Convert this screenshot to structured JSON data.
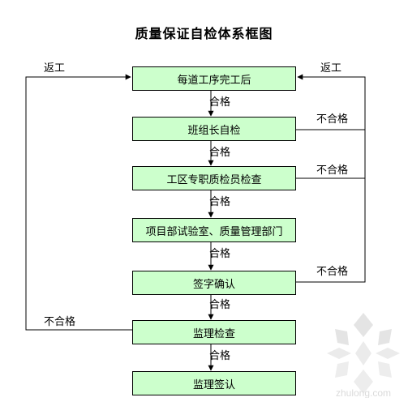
{
  "title": "质量保证自检体系框图",
  "steps": [
    "每道工序完工后",
    "班组长自检",
    "工区专职质检员检查",
    "项目部试验室、质量管理部门",
    "签字确认",
    "监理检查",
    "监理签认"
  ],
  "labels": {
    "pass": "合格",
    "fail": "不合格",
    "rework": "返工"
  },
  "watermark_text": "zhulong.com",
  "colors": {
    "box_fill": "#ccffcc",
    "line": "#000000"
  }
}
